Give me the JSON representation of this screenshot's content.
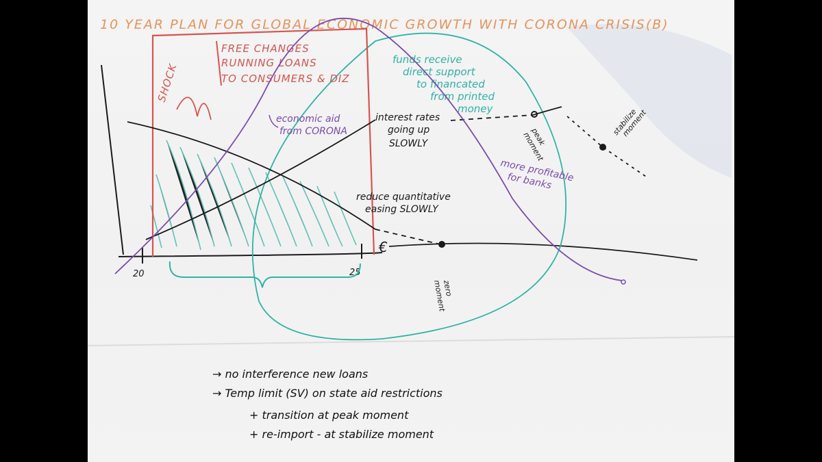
{
  "title": "10 YEAR PLAN FOR GLOBAL ECONOMIC GROWTH WITH CORONA CRISIS(B)",
  "shock_label": "SHOCK",
  "red_box_text": [
    "FREE CHANGES",
    "RUNNING LOANS",
    "TO CONSUMERS & DIZ"
  ],
  "teal_note": [
    "funds receive",
    "direct support",
    "to financated",
    "from printed",
    "money"
  ],
  "purple_labels": {
    "economic_aid": [
      "economic aid",
      "from CORONA"
    ],
    "more_profitable": [
      "more profitable",
      "for banks"
    ]
  },
  "black_labels": {
    "interest_rates": [
      "interest rates",
      "going up",
      "SLOWLY"
    ],
    "quantitative_easing": [
      "reduce quantitative",
      "easing SLOWLY"
    ],
    "peak_moment": [
      "peak",
      "moment"
    ],
    "stabilize_moment": [
      "stabilize",
      "moment"
    ],
    "zero_moment": [
      "zero",
      "moment"
    ],
    "euro_symbol": "€"
  },
  "axis_ticks": {
    "start": "20",
    "end": "25"
  },
  "notes": [
    "→ no interference new loans",
    "→ Temp limit (SV) on state aid restrictions",
    "+ transition at peak moment",
    "+ re-import - at stabilize moment"
  ],
  "colors": {
    "background": "#000000",
    "paper": "#f3f3f3",
    "title_orange": "#e8935a",
    "red": "#d9534f",
    "teal": "#2fb3a6",
    "purple": "#7a4ab0",
    "ink": "#1a1a1a"
  }
}
